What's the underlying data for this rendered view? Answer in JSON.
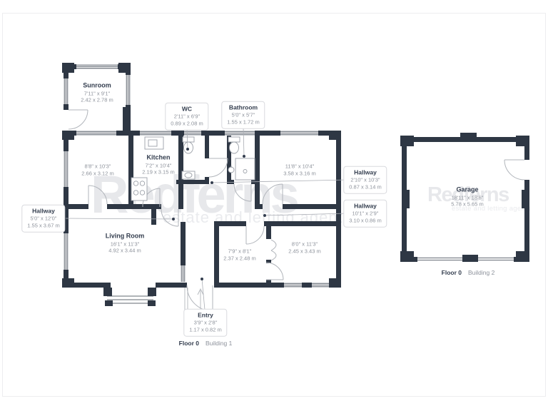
{
  "watermark": {
    "brand": "Redferns",
    "tagline": "estate and letting agents"
  },
  "colors": {
    "wall": "#2e3744",
    "room_name": "#333d4e",
    "dims_text": "#8d929b",
    "watermark": "#e7e8eb",
    "leader_line": "#aaadb4",
    "callout_border": "#d9dade"
  },
  "building1": {
    "caption": {
      "floor": "Floor 0",
      "building": "Building 1"
    },
    "rooms": [
      {
        "name": "Sunroom",
        "imperial": "7'11\" x 9'1\"",
        "metric": "2.42 x 2.78 m"
      },
      {
        "name": "",
        "imperial": "8'8\" x 10'3\"",
        "metric": "2.66 x 3.12 m"
      },
      {
        "name": "Kitchen",
        "imperial": "7'2\" x 10'4\"",
        "metric": "2.19 x 3.15 m"
      },
      {
        "name": "",
        "imperial": "11'8\" x 10'4\"",
        "metric": "3.58 x 3.16 m"
      },
      {
        "name": "Living Room",
        "imperial": "16'1\" x 11'3\"",
        "metric": "4.92 x 3.44 m"
      },
      {
        "name": "",
        "imperial": "7'9\" x 8'1\"",
        "metric": "2.37 x 2.48 m"
      },
      {
        "name": "",
        "imperial": "8'0\" x 11'3\"",
        "metric": "2.45 x 3.43 m"
      }
    ],
    "callouts": [
      {
        "name": "WC",
        "imperial": "2'11\" x 6'9\"",
        "metric": "0.89 x 2.08 m"
      },
      {
        "name": "Bathroom",
        "imperial": "5'0\" x 5'7\"",
        "metric": "1.55 x 1.72 m"
      },
      {
        "name": "Hallway",
        "imperial": "2'10\" x 10'3\"",
        "metric": "0.87 x 3.14 m"
      },
      {
        "name": "Hallway",
        "imperial": "10'1\" x 2'9\"",
        "metric": "3.10 x 0.86 m"
      },
      {
        "name": "Hallway",
        "imperial": "5'0\" x 12'0\"",
        "metric": "1.55 x 3.67 m"
      },
      {
        "name": "Entry",
        "imperial": "3'9\" x 2'8\"",
        "metric": "1.17 x 0.82 m"
      }
    ]
  },
  "building2": {
    "caption": {
      "floor": "Floor 0",
      "building": "Building 2"
    },
    "rooms": [
      {
        "name": "Garage",
        "imperial": "18'11\" x 18'6\"",
        "metric": "5.78 x 5.65 m"
      }
    ]
  }
}
